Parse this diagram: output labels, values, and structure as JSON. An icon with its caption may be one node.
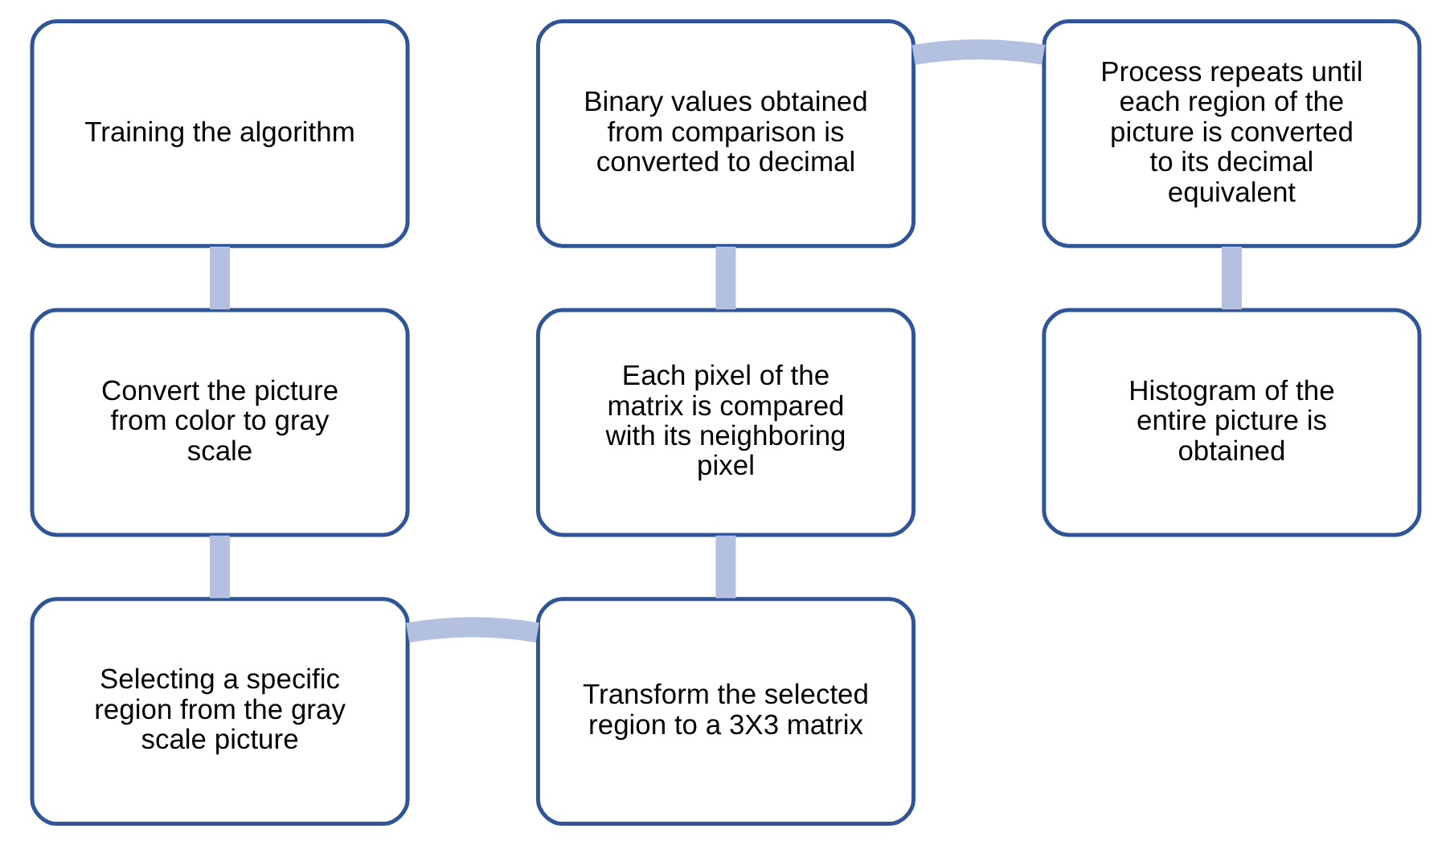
{
  "diagram": {
    "nodes": [
      {
        "text": [
          "Training the algorithm"
        ]
      },
      {
        "text": [
          "Convert the picture from color to gray scale"
        ]
      },
      {
        "text": [
          "Selecting a specific region from the gray scale picture"
        ]
      },
      {
        "text": [
          "Transform the selected region to a 3X3 matrix"
        ]
      },
      {
        "text": [
          "Each pixel of the matrix is compared with its neighboring pixel"
        ]
      },
      {
        "text": [
          "Binary values obtained from comparison is converted to decimal"
        ]
      },
      {
        "text": [
          "Process repeats until each region of the picture is converted to its decimal equivalent"
        ]
      },
      {
        "text": [
          "Histogram of the entire picture is obtained"
        ]
      }
    ],
    "edges": [
      {
        "from": 0,
        "to": 1,
        "arrow": "none"
      },
      {
        "from": 1,
        "to": 2,
        "arrow": "none"
      },
      {
        "from": 2,
        "to": 3,
        "arrow": "none"
      },
      {
        "from": 3,
        "to": 4,
        "arrow": "none"
      },
      {
        "from": 4,
        "to": 5,
        "arrow": "none"
      },
      {
        "from": 5,
        "to": 6,
        "arrow": "none"
      },
      {
        "from": 6,
        "to": 7,
        "arrow": "none"
      }
    ]
  }
}
